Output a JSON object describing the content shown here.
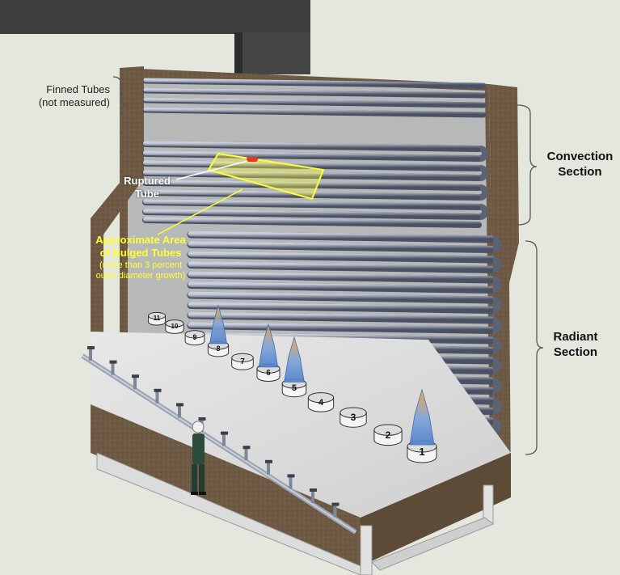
{
  "labels": {
    "finned_tubes_line1": "Finned Tubes",
    "finned_tubes_line2": "(not measured)",
    "convection_line1": "Convection",
    "convection_line2": "Section",
    "radiant_line1": "Radiant",
    "radiant_line2": "Section",
    "ruptured_line1": "Ruptured",
    "ruptured_line2": "Tube",
    "bulged_line1": "Approximate Area",
    "bulged_line2": "of Bulged Tubes",
    "bulged_note_line1": "(more than 3 percent",
    "bulged_note_line2": "outer diameter growth)"
  },
  "burners": [
    "1",
    "2",
    "3",
    "4",
    "5",
    "6",
    "7",
    "8",
    "9",
    "10",
    "11"
  ],
  "lit_burners": [
    "1",
    "5",
    "6",
    "8"
  ],
  "colors": {
    "background": "#e4e7de",
    "brick": "#6e5a44",
    "tube": "#8a93a5",
    "highlight": "#ffff33",
    "rupture": "#e53b1b",
    "flame_blue": "#5f8fd0",
    "flame_orange": "#f0a53c"
  }
}
